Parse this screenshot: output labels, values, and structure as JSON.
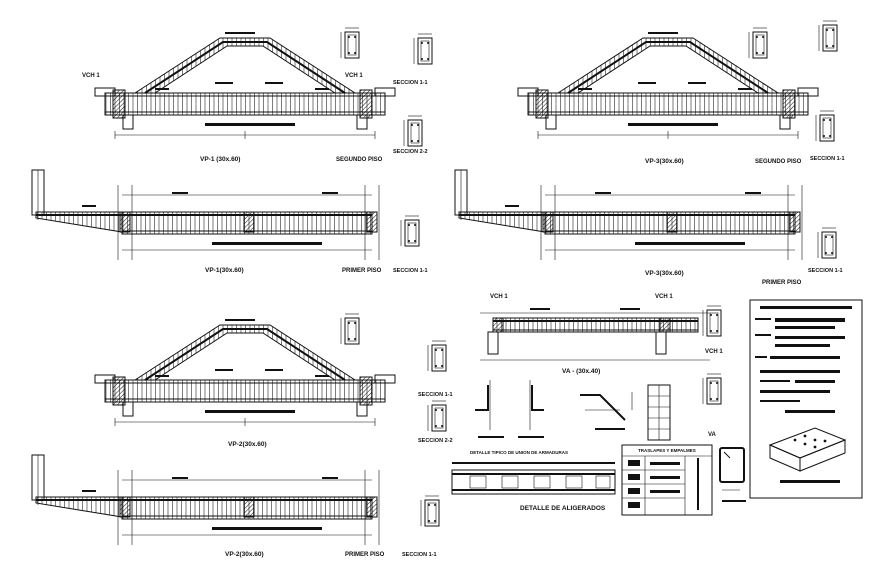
{
  "sheet": {
    "beams": [
      {
        "title": "VP-1 (30x.60)",
        "level": "SEGUNDO PISO",
        "section": "SECCION 1-1",
        "section2": "SECCION 2-2",
        "vch": "VCH 1"
      },
      {
        "title": "VP-3(30x.60)",
        "level": "SEGUNDO PISO",
        "section": "SECCION 1-1"
      },
      {
        "title": "VP-1(30x.60)",
        "level": "PRIMER PISO",
        "section": "SECCION 1-1"
      },
      {
        "title": "VP-3(30x.60)",
        "level": "PRIMER PISO",
        "section": "SECCION 1-1"
      },
      {
        "title": "VP-2(30x.60)",
        "section": "SECCION 1-1",
        "section2": "SECCION 2-2"
      },
      {
        "title": "VP-2(30x.60)",
        "level": "PRIMER PISO",
        "section": "SECCION 1-1"
      }
    ],
    "va": {
      "title": "VA - (30x.40)",
      "vch_left": "VCH 1",
      "vch_right": "VCH 1",
      "vch_section": "VCH 1",
      "va_section": "VA"
    },
    "details": {
      "aligerado_caption": "DETALLE TIPICO DE UNION DE ARMADURAS",
      "aligerado_title": "DETALLE DE ALIGERADOS",
      "table_title": "TRASLAPES Y EMPALMES"
    }
  }
}
